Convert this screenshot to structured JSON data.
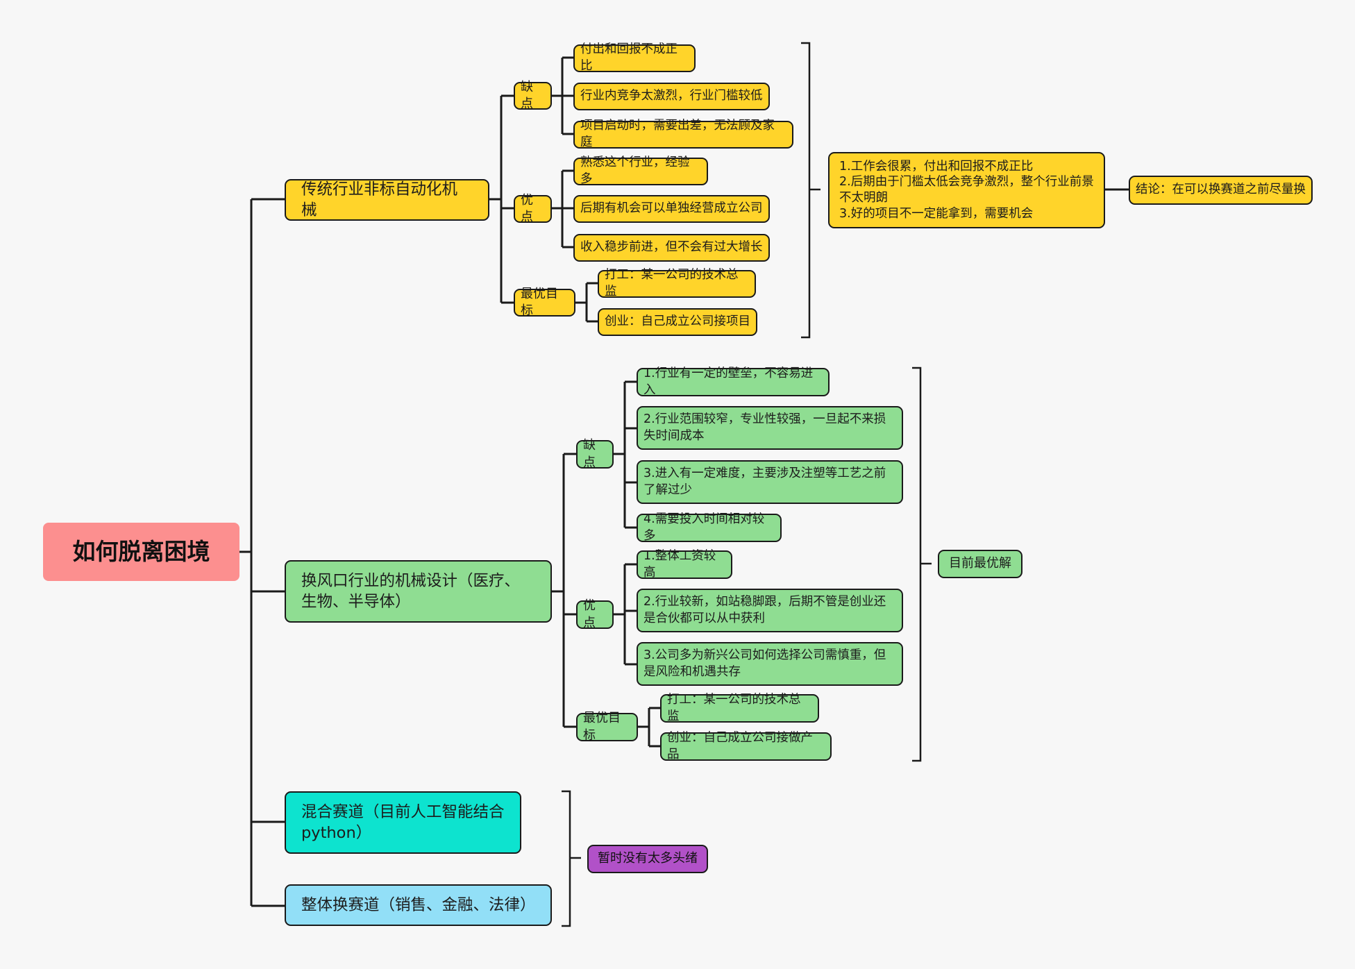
{
  "root": {
    "title": "如何脱离困境"
  },
  "branches": {
    "traditional": {
      "label": "传统行业非标自动化机械",
      "cons": {
        "label": "缺点",
        "items": [
          "付出和回报不成正比",
          "行业内竞争太激烈，行业门槛较低",
          "项目启动时，需要出差，无法顾及家庭"
        ]
      },
      "pros": {
        "label": "优点",
        "items": [
          "熟悉这个行业，经验多",
          "后期有机会可以单独经营成立公司",
          "收入稳步前进，但不会有过大增长"
        ]
      },
      "goal": {
        "label": "最优目标",
        "items": [
          "打工：某一公司的技术总监",
          "创业：自己成立公司接项目"
        ]
      },
      "summary": {
        "lines": [
          "1.工作会很累，付出和回报不成正比",
          "2.后期由于门槛太低会竞争激烈，整个行业前景不太明朗",
          "3.好的项目不一定能拿到，需要机会"
        ],
        "conclusion": "结论：在可以换赛道之前尽量换"
      }
    },
    "tuyere": {
      "label": "换风口行业的机械设计（医疗、生物、半导体）",
      "cons": {
        "label": "缺点",
        "items": [
          "1.行业有一定的壁垒，不容易进入",
          "2.行业范围较窄，专业性较强，一旦起不来损失时间成本",
          "3.进入有一定难度，主要涉及注塑等工艺之前了解过少",
          "4.需要投入时间相对较多"
        ]
      },
      "pros": {
        "label": "优点",
        "items": [
          "1.整体工资较高",
          "2.行业较新，如站稳脚跟，后期不管是创业还是合伙都可以从中获利",
          "3.公司多为新兴公司如何选择公司需慎重，但是风险和机遇共存"
        ]
      },
      "goal": {
        "label": "最优目标",
        "items": [
          "打工：某一公司的技术总监",
          "创业：自己成立公司接做产品"
        ]
      },
      "summary": {
        "label": "目前最优解"
      }
    },
    "hybrid": {
      "label": "混合赛道（目前人工智能结合python）"
    },
    "switch": {
      "label": "整体换赛道（销售、金融、法律）"
    },
    "shared_summary": {
      "label": "暂时没有太多头绪"
    }
  },
  "colors": {
    "root": "#fc8f8f",
    "yellow": "#ffd42a",
    "green": "#8fdd92",
    "cyan": "#0de3cf",
    "blue": "#92dff7",
    "purple": "#b151c8"
  }
}
